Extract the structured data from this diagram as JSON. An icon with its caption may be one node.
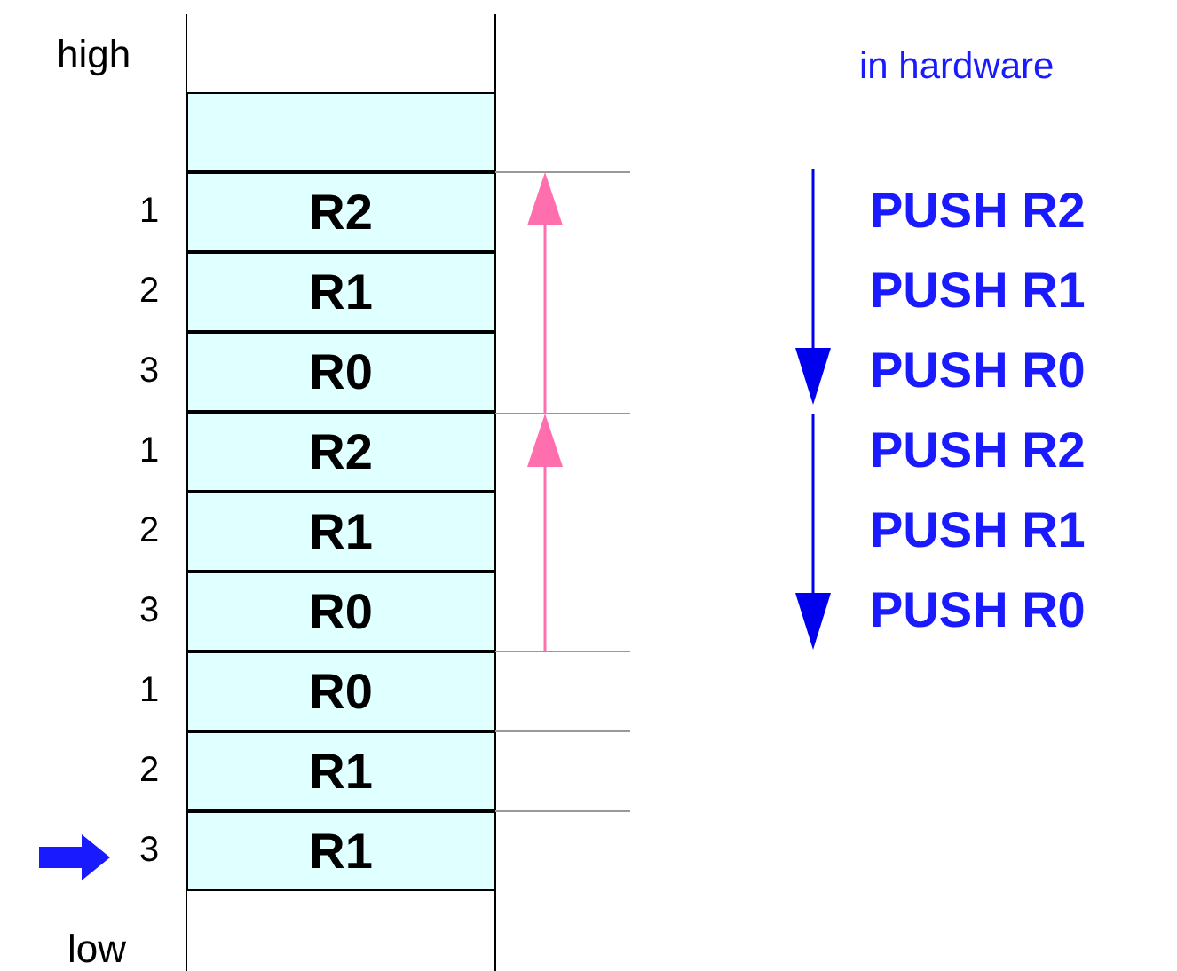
{
  "diagram": {
    "nodes": [
      {
        "text": [],
        "shape": "box"
      },
      {
        "text": [
          "R2"
        ]
      },
      {
        "text": [
          "R1"
        ]
      },
      {
        "text": [
          "R0"
        ]
      },
      {
        "text": [
          "R2"
        ]
      },
      {
        "text": [
          "R1"
        ]
      },
      {
        "text": [
          "R0"
        ]
      },
      {
        "text": [
          "R0"
        ]
      },
      {
        "text": [
          "R1"
        ]
      },
      {
        "text": [
          "R1"
        ]
      }
    ],
    "labels": [
      "high",
      "in hardware",
      "1",
      "PUSH R2",
      "2",
      "PUSH R1",
      "3",
      "PUSH R0",
      "1",
      "PUSH R2",
      "2",
      "PUSH R1",
      "3",
      "PUSH R0",
      "1",
      "2",
      "3",
      "low"
    ]
  }
}
